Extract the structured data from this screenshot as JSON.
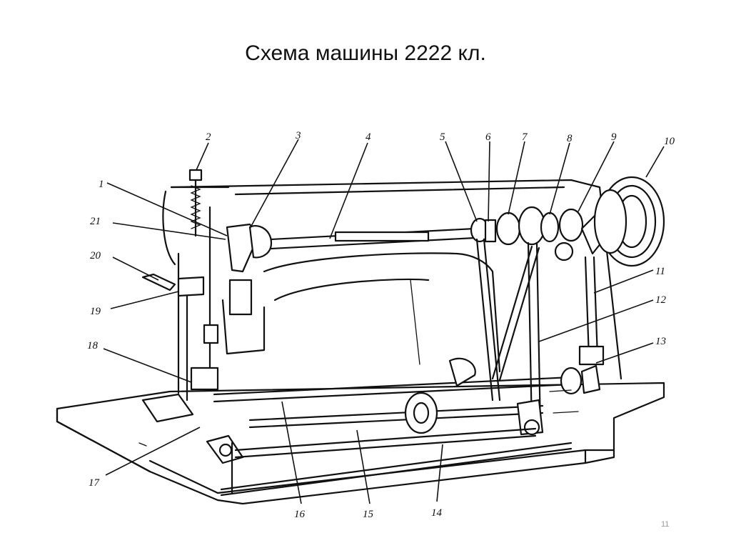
{
  "title": "Схема машины 2222 кл.",
  "page_number": "11",
  "callouts": [
    "1",
    "2",
    "3",
    "4",
    "5",
    "6",
    "7",
    "8",
    "9",
    "10",
    "11",
    "12",
    "13",
    "14",
    "15",
    "16",
    "17",
    "18",
    "19",
    "20",
    "21"
  ]
}
